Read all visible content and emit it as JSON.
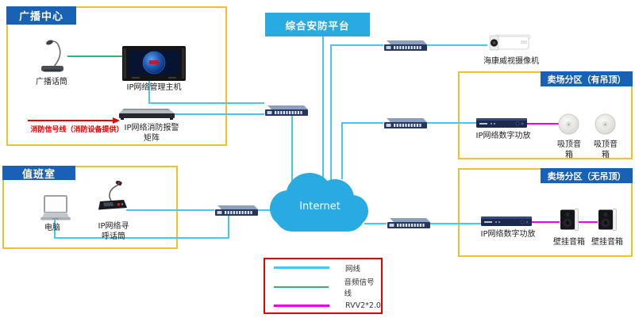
{
  "regions": {
    "broadcast_center": {
      "title": "广播中心"
    },
    "security_platform": {
      "title": "综合安防平台"
    },
    "duty_room": {
      "title": "值班室"
    },
    "zone_with_ceiling": {
      "title": "卖场分区（有吊顶）"
    },
    "zone_without_ceiling": {
      "title": "卖场分区（无吊顶）"
    }
  },
  "nodes": {
    "broadcast_mic": {
      "label": "广播话筒"
    },
    "management_host": {
      "label": "IP网络管理主机"
    },
    "fire_alarm_matrix": {
      "l1": "IP网络消防报警",
      "l2": "矩阵"
    },
    "camera": {
      "label": "海康威视摄像机"
    },
    "internet": {
      "label": "Internet"
    },
    "amp_ceiling": {
      "label": "IP网络数字功放"
    },
    "amp_wall": {
      "label": "IP网络数字功放"
    },
    "ceiling_speaker": {
      "l1": "吸顶音",
      "l2": "箱"
    },
    "wall_speaker": {
      "label": "壁挂音箱"
    },
    "computer": {
      "label": "电脑"
    },
    "paging_mic": {
      "l1": "IP网络寻",
      "l2": "呼话筒"
    }
  },
  "annotations": {
    "fire_signal_line": "消防信号线（消防设备提供）"
  },
  "legend": {
    "items": [
      {
        "label": "网线",
        "color": "#45C8F1"
      },
      {
        "label": "音频信号线",
        "color": "#2BB673"
      },
      {
        "label": "RVV2*2.0",
        "color": "#EE00EE"
      }
    ]
  },
  "colors": {
    "region_border": "#EFC22B",
    "region_tab_bg": "#1861B4",
    "platform_bg": "#29ABE2",
    "cloud_bg": "#29ABE2",
    "network_line": "#45C8F1",
    "audio_line": "#2BB673",
    "speaker_line": "#EE00EE",
    "fire_line": "#E60000",
    "legend_border": "#E60000"
  }
}
